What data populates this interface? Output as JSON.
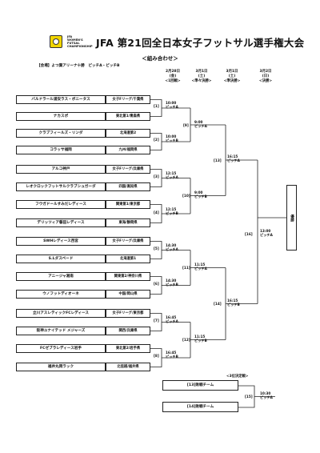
{
  "header": {
    "org_line1": "JFA",
    "org_line2": "WOMEN'S",
    "org_line3": "FUTSAL",
    "org_line4": "CHAMPIONSHIP",
    "title": "JFA 第21回全日本女子フットサル選手権大会",
    "subtitle": "＜組み合わせ＞",
    "venue": "【会場】よつ葉アリーナ十勝　ピッチA・ピッチB"
  },
  "columns": [
    {
      "date": "2月28日",
      "day": "(金)",
      "round": "<1回戦>"
    },
    {
      "date": "3月1日",
      "day": "(土)",
      "round": "<準々決勝>"
    },
    {
      "date": "3月1日",
      "day": "(土)",
      "round": "<準決勝>"
    },
    {
      "date": "3月2日",
      "day": "(日)",
      "round": "<決勝>"
    }
  ],
  "teams": [
    {
      "name": "バルドラール浦安ラス・ボニータス",
      "region": "女子Fリーグ/千葉県"
    },
    {
      "name": "ナカスポ",
      "region": "東北第1/青森県"
    },
    {
      "name": "クラブフィールズ・リンダ",
      "region": "北海道第2"
    },
    {
      "name": "コラッサ福岡",
      "region": "九州/福岡県"
    },
    {
      "name": "アルコ神戸",
      "region": "女子Fリーグ/兵庫県"
    },
    {
      "name": "レオクロックフットサルクラブシュガーダ",
      "region": "四国/高知県"
    },
    {
      "name": "フウガドールすみだレディース",
      "region": "関東第1/東京都"
    },
    {
      "name": "デリッツィア磐田レディース",
      "region": "東海/静岡県"
    },
    {
      "name": "SWHレディース西宮",
      "region": "女子Fリーグ/兵庫県"
    },
    {
      "name": "S.Lダスペード",
      "region": "北海道第1"
    },
    {
      "name": "アニージャ湘南",
      "region": "関東第2/神奈川県"
    },
    {
      "name": "ウノフットディオーネ",
      "region": "中国/岡山県"
    },
    {
      "name": "立川アスレティックFCレディース",
      "region": "女子Fリーグ/東京都"
    },
    {
      "name": "阪神ユナイテッド メジャーズ",
      "region": "関西/兵庫県"
    },
    {
      "name": "FCゼブラレディース岩手",
      "region": "東北第2/岩手県"
    },
    {
      "name": "福井丸岡ラック",
      "region": "北信越/福井県"
    }
  ],
  "matches": [
    {
      "num": "[1]",
      "time": "10:00",
      "pitch": "ピッチA"
    },
    {
      "num": "[2]",
      "time": "10:00",
      "pitch": "ピッチB"
    },
    {
      "num": "[3]",
      "time": "12:15",
      "pitch": "ピッチA"
    },
    {
      "num": "[4]",
      "time": "12:15",
      "pitch": "ピッチB"
    },
    {
      "num": "[5]",
      "time": "14:30",
      "pitch": "ピッチA"
    },
    {
      "num": "[6]",
      "time": "14:30",
      "pitch": "ピッチB"
    },
    {
      "num": "[7]",
      "time": "16:45",
      "pitch": "ピッチA"
    },
    {
      "num": "[8]",
      "time": "16:45",
      "pitch": "ピッチB"
    },
    {
      "num": "[9]",
      "time": "9:00",
      "pitch": "ピッチA"
    },
    {
      "num": "[10]",
      "time": "9:00",
      "pitch": "ピッチB"
    },
    {
      "num": "[11]",
      "time": "11:15",
      "pitch": "ピッチA"
    },
    {
      "num": "[12]",
      "time": "11:15",
      "pitch": "ピッチB"
    },
    {
      "num": "[13]",
      "time": "16:15",
      "pitch": "ピッチA"
    },
    {
      "num": "[14]",
      "time": "16:15",
      "pitch": "ピッチB"
    },
    {
      "num": "[16]",
      "time": "13:00",
      "pitch": "ピッチA"
    },
    {
      "num": "[15]",
      "time": "10:30",
      "pitch": "ピッチA"
    }
  ],
  "final": {
    "label": "優勝"
  },
  "third_place": {
    "heading": "<3位決定戦>",
    "team1": "[13]敗戦チーム",
    "team2": "[14]敗戦チーム"
  }
}
